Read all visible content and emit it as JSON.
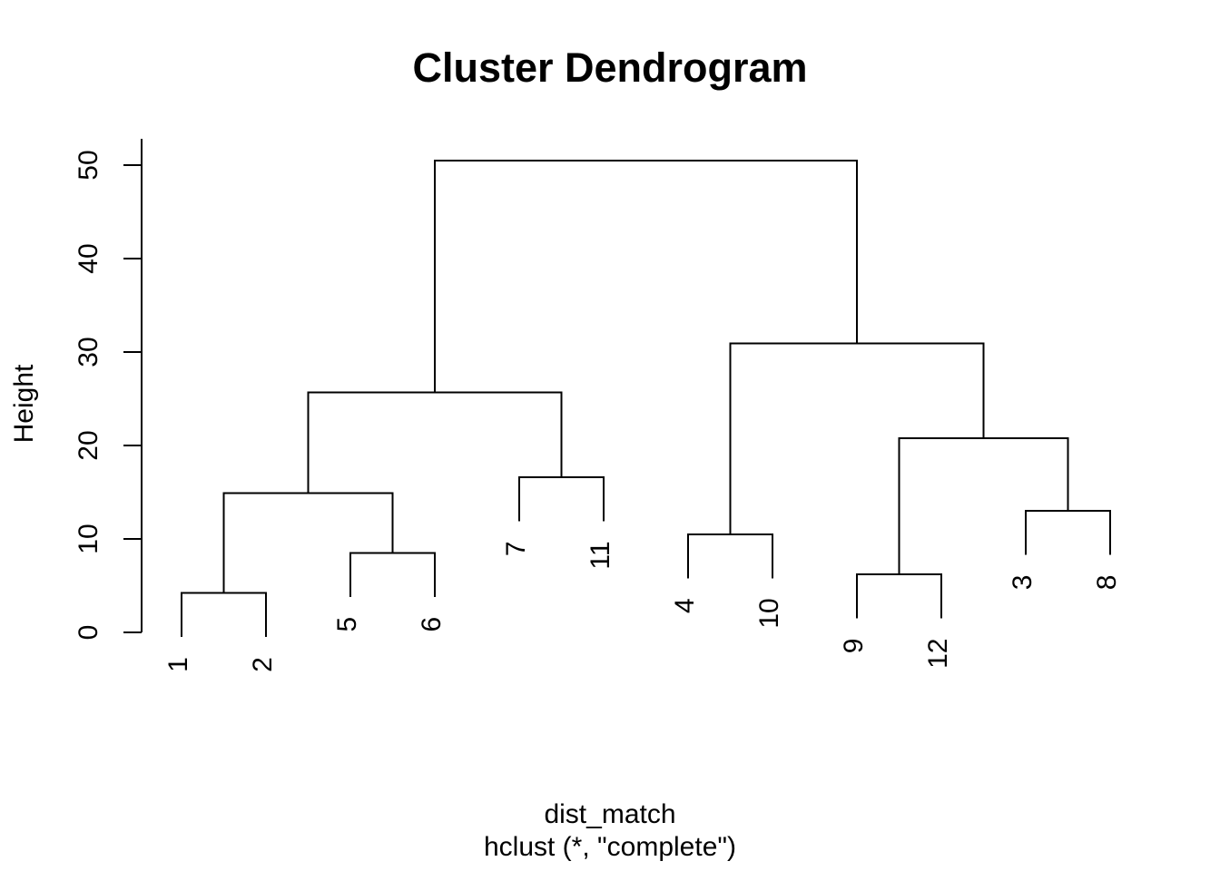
{
  "colors": {
    "background": "#ffffff",
    "line": "#000000",
    "text": "#000000"
  },
  "chart_data": {
    "type": "dendrogram",
    "title": "Cluster Dendrogram",
    "ylabel": "Height",
    "xlabel_lines": [
      "dist_match",
      "hclust (*, \"complete\")"
    ],
    "yticks": [
      0,
      10,
      20,
      30,
      40,
      50
    ],
    "ylim": [
      0,
      52.8
    ],
    "hang": 4.7,
    "grid": false,
    "leaf_order": [
      "1",
      "2",
      "5",
      "6",
      "7",
      "11",
      "4",
      "10",
      "9",
      "12",
      "3",
      "8"
    ],
    "merge_heights": {
      "1+2": 4.2,
      "5+6": 8.5,
      "12+56": 14.9,
      "7+11": 16.6,
      "left_cluster": 25.7,
      "4+10": 10.5,
      "9+12": 6.2,
      "3+8": 13.0,
      "912+38": 20.8,
      "right_cluster": 30.9,
      "root": 50.5
    },
    "tree": {
      "h": 50.5,
      "c": [
        {
          "h": 25.7,
          "c": [
            {
              "h": 14.9,
              "c": [
                {
                  "h": 4.2,
                  "c": [
                    {
                      "leaf": "1"
                    },
                    {
                      "leaf": "2"
                    }
                  ]
                },
                {
                  "h": 8.5,
                  "c": [
                    {
                      "leaf": "5"
                    },
                    {
                      "leaf": "6"
                    }
                  ]
                }
              ]
            },
            {
              "h": 16.6,
              "c": [
                {
                  "leaf": "7"
                },
                {
                  "leaf": "11"
                }
              ]
            }
          ]
        },
        {
          "h": 30.9,
          "c": [
            {
              "h": 10.5,
              "c": [
                {
                  "leaf": "4"
                },
                {
                  "leaf": "10"
                }
              ]
            },
            {
              "h": 20.8,
              "c": [
                {
                  "h": 6.2,
                  "c": [
                    {
                      "leaf": "9"
                    },
                    {
                      "leaf": "12"
                    }
                  ]
                },
                {
                  "h": 13.0,
                  "c": [
                    {
                      "leaf": "3"
                    },
                    {
                      "leaf": "8"
                    }
                  ]
                }
              ]
            }
          ]
        }
      ]
    }
  }
}
